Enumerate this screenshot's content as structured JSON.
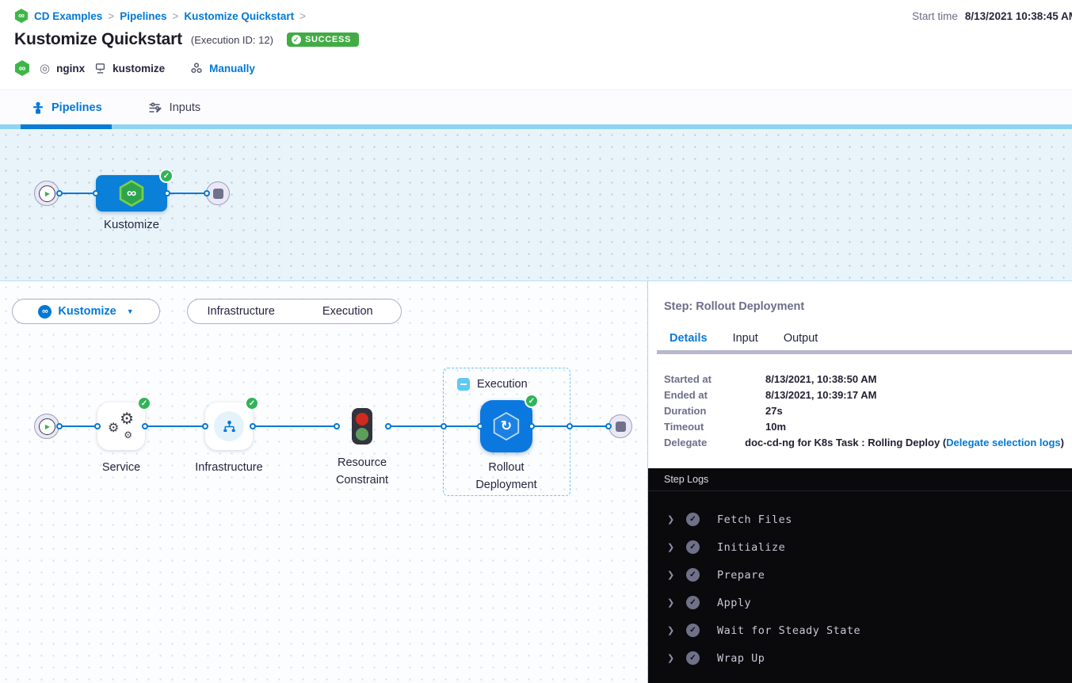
{
  "breadcrumb": {
    "separator": ">",
    "items": [
      "CD Examples",
      "Pipelines",
      "Kustomize Quickstart"
    ]
  },
  "header": {
    "start_time_label": "Start time",
    "start_time_value": "8/13/2021 10:38:45 AM",
    "title": "Kustomize Quickstart",
    "execution_id": "(Execution ID: 12)",
    "status": "SUCCESS",
    "tags": {
      "service": "nginx",
      "environment": "kustomize",
      "trigger": "Manually"
    }
  },
  "tabs": {
    "pipelines": "Pipelines",
    "inputs": "Inputs"
  },
  "pipeline_graph": {
    "stage_label": "Kustomize"
  },
  "stage_view": {
    "selector_label": "Kustomize",
    "views": {
      "infrastructure": "Infrastructure",
      "execution": "Execution"
    },
    "group_label": "Execution",
    "nodes": {
      "service": "Service",
      "infrastructure": "Infrastructure",
      "resource_constraint": "Resource Constraint",
      "rollout": "Rollout Deployment"
    }
  },
  "step_panel": {
    "title": "Step: Rollout Deployment",
    "tabs": {
      "details": "Details",
      "input": "Input",
      "output": "Output"
    },
    "rows": [
      {
        "label": "Started at",
        "value": "8/13/2021, 10:38:50 AM"
      },
      {
        "label": "Ended at",
        "value": "8/13/2021, 10:39:17 AM"
      },
      {
        "label": "Duration",
        "value": "27s"
      },
      {
        "label": "Timeout",
        "value": "10m"
      },
      {
        "label": "Delegate",
        "value": "doc-cd-ng for K8s Task : Rolling Deploy (",
        "link": "Delegate selection logs",
        "suffix": ")"
      }
    ]
  },
  "step_logs": {
    "title": "Step Logs",
    "entries": [
      "Fetch Files",
      "Initialize",
      "Prepare",
      "Apply",
      "Wait for Steady State",
      "Wrap Up"
    ]
  },
  "icons": {
    "check": "✓",
    "infinity": "∞",
    "play": "▶",
    "caret": "▼",
    "chevron": "❯",
    "rollout": "↻",
    "target": "◎"
  },
  "colors": {
    "primary_blue": "#0278d5",
    "success_green": "#42ab45",
    "node_blue": "#0b80d8",
    "canvas_blue": "#e9f4fa",
    "log_background": "#0a0a0d"
  }
}
